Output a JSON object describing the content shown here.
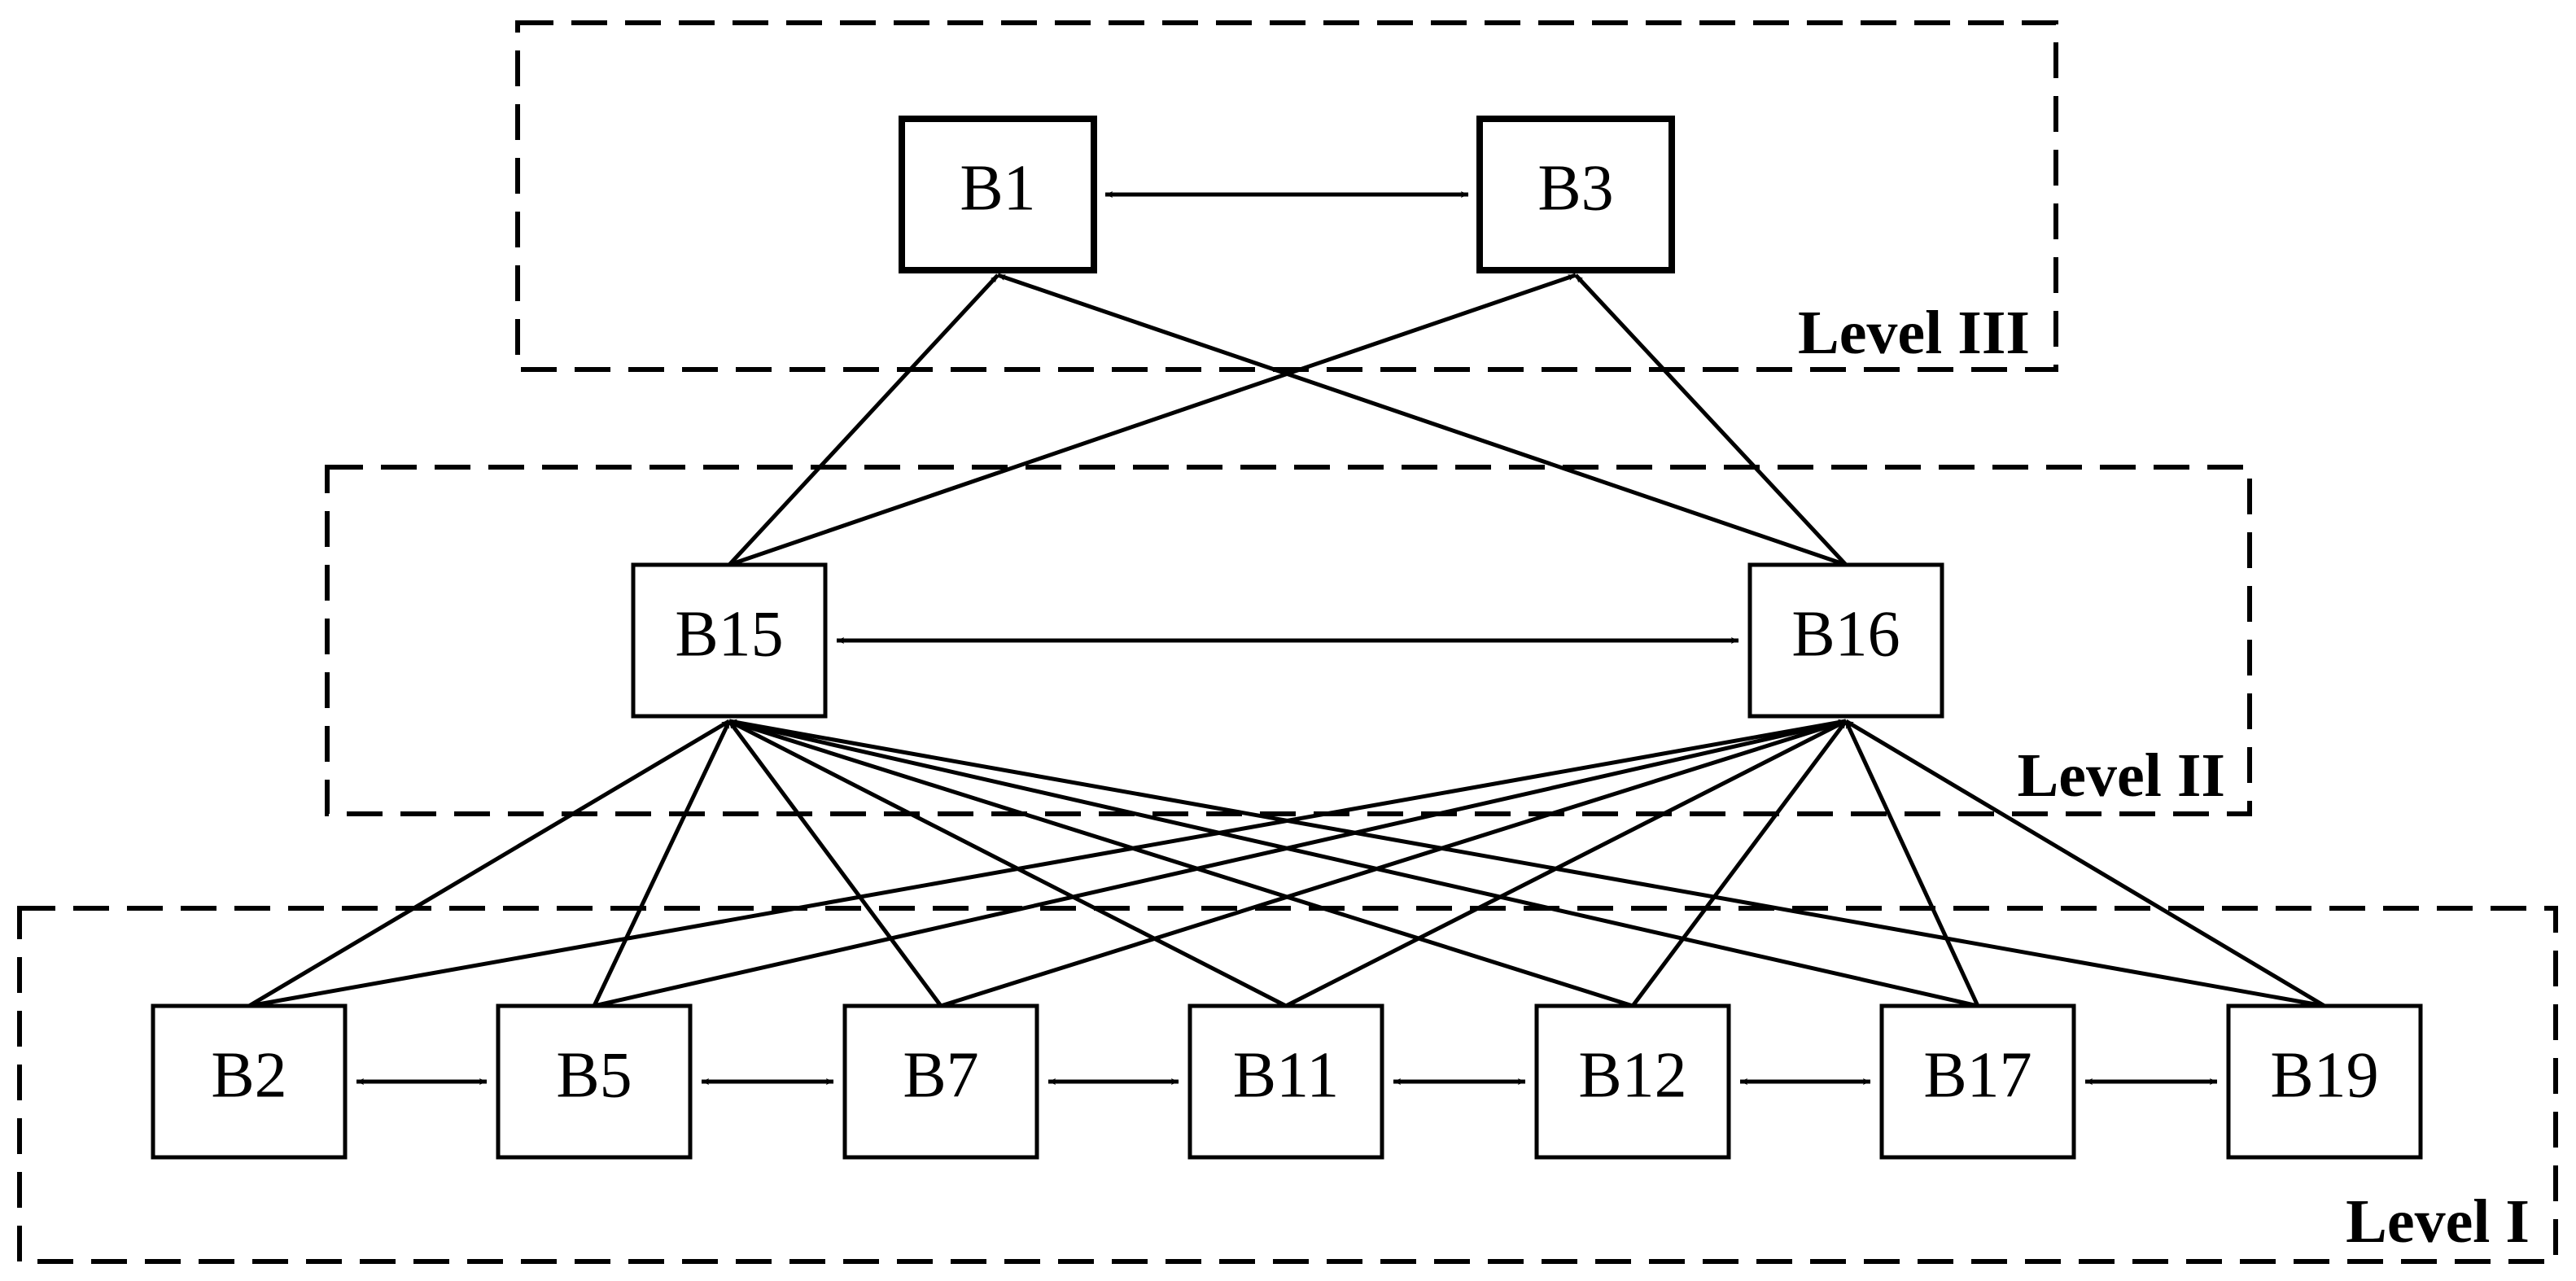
{
  "levels": [
    {
      "id": "level3",
      "label": "Level III"
    },
    {
      "id": "level2",
      "label": "Level II"
    },
    {
      "id": "level1",
      "label": "Level I"
    }
  ],
  "nodes": [
    {
      "id": "B1",
      "label": "B1",
      "level": "level3"
    },
    {
      "id": "B3",
      "label": "B3",
      "level": "level3"
    },
    {
      "id": "B15",
      "label": "B15",
      "level": "level2"
    },
    {
      "id": "B16",
      "label": "B16",
      "level": "level2"
    },
    {
      "id": "B2",
      "label": "B2",
      "level": "level1"
    },
    {
      "id": "B5",
      "label": "B5",
      "level": "level1"
    },
    {
      "id": "B7",
      "label": "B7",
      "level": "level1"
    },
    {
      "id": "B11",
      "label": "B11",
      "level": "level1"
    },
    {
      "id": "B12",
      "label": "B12",
      "level": "level1"
    },
    {
      "id": "B17",
      "label": "B17",
      "level": "level1"
    },
    {
      "id": "B19",
      "label": "B19",
      "level": "level1"
    }
  ],
  "edges": [
    {
      "from": "B1",
      "to": "B3",
      "bidirectional": true
    },
    {
      "from": "B15",
      "to": "B16",
      "bidirectional": true
    },
    {
      "from": "B2",
      "to": "B5",
      "bidirectional": true
    },
    {
      "from": "B5",
      "to": "B7",
      "bidirectional": true
    },
    {
      "from": "B7",
      "to": "B11",
      "bidirectional": true
    },
    {
      "from": "B11",
      "to": "B12",
      "bidirectional": true
    },
    {
      "from": "B12",
      "to": "B17",
      "bidirectional": true
    },
    {
      "from": "B17",
      "to": "B19",
      "bidirectional": true
    },
    {
      "from": "B15",
      "to": "B1",
      "bidirectional": false
    },
    {
      "from": "B15",
      "to": "B3",
      "bidirectional": false
    },
    {
      "from": "B16",
      "to": "B1",
      "bidirectional": false
    },
    {
      "from": "B16",
      "to": "B3",
      "bidirectional": false
    },
    {
      "from": "B2",
      "to": "B15",
      "bidirectional": false
    },
    {
      "from": "B5",
      "to": "B15",
      "bidirectional": false
    },
    {
      "from": "B7",
      "to": "B15",
      "bidirectional": false
    },
    {
      "from": "B11",
      "to": "B15",
      "bidirectional": false
    },
    {
      "from": "B12",
      "to": "B15",
      "bidirectional": false
    },
    {
      "from": "B17",
      "to": "B15",
      "bidirectional": false
    },
    {
      "from": "B19",
      "to": "B15",
      "bidirectional": false
    },
    {
      "from": "B2",
      "to": "B16",
      "bidirectional": false
    },
    {
      "from": "B5",
      "to": "B16",
      "bidirectional": false
    },
    {
      "from": "B7",
      "to": "B16",
      "bidirectional": false
    },
    {
      "from": "B11",
      "to": "B16",
      "bidirectional": false
    },
    {
      "from": "B12",
      "to": "B16",
      "bidirectional": false
    },
    {
      "from": "B17",
      "to": "B16",
      "bidirectional": false
    },
    {
      "from": "B19",
      "to": "B16",
      "bidirectional": false
    }
  ]
}
